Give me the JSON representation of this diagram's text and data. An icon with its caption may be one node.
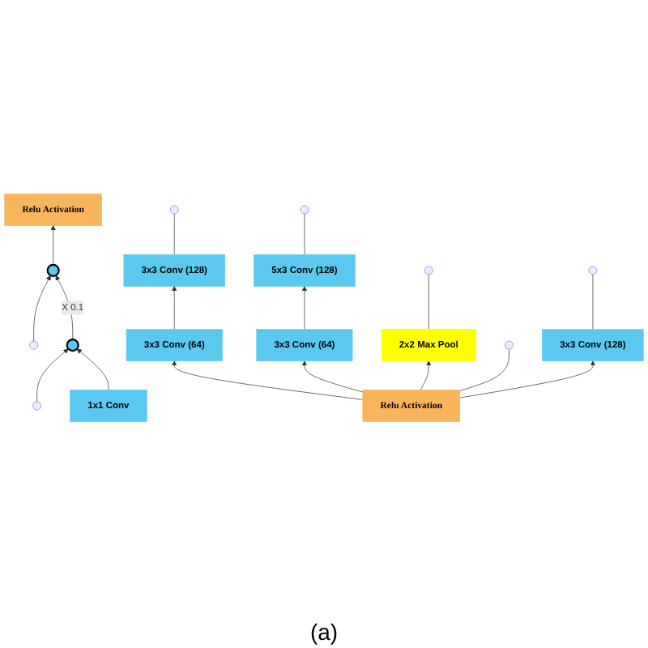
{
  "diagram": {
    "nodes": [
      {
        "text": [
          "Relu Activation"
        ]
      },
      {
        "text": [
          "2x2 Max Pool"
        ]
      },
      {
        "text": [
          "3x3 Conv (128)"
        ]
      },
      {
        "text": [
          "3x3 Conv (64)"
        ]
      },
      {
        "text": [
          "3x3 Conv (128)"
        ]
      },
      {
        "text": [
          "3x3 Conv (64)"
        ]
      },
      {
        "text": [
          "5x3 Conv (128)"
        ]
      },
      {
        "text": [
          "Relu Activation"
        ]
      },
      {
        "text": [],
        "shape": "circle"
      },
      {
        "text": [],
        "shape": "circle"
      },
      {
        "text": [
          "1x1 Conv"
        ]
      }
    ],
    "edges": [
      {
        "from": 0,
        "to": null,
        "arrow": "none"
      },
      {
        "from": 0,
        "to": 1,
        "arrow": "to"
      },
      {
        "from": 0,
        "to": 2,
        "arrow": "to"
      },
      {
        "from": 0,
        "to": 3,
        "arrow": "to"
      },
      {
        "from": 0,
        "to": 5,
        "arrow": "to"
      },
      {
        "from": 3,
        "to": 4,
        "arrow": "to"
      },
      {
        "from": 5,
        "to": 6,
        "arrow": "to"
      },
      {
        "from": 1,
        "to": null,
        "arrow": "none"
      },
      {
        "from": 2,
        "to": null,
        "arrow": "none"
      },
      {
        "from": 4,
        "to": null,
        "arrow": "none"
      },
      {
        "from": 6,
        "to": null,
        "arrow": "none"
      },
      {
        "from": 8,
        "to": 7,
        "arrow": "to"
      },
      {
        "from": 9,
        "to": 8,
        "arrow": "to",
        "label": "X 0.1"
      },
      {
        "from": null,
        "to": 8,
        "arrow": "to"
      },
      {
        "from": 10,
        "to": 9,
        "arrow": "to"
      },
      {
        "from": null,
        "to": 9,
        "arrow": "to"
      }
    ],
    "labels": [
      "(a)"
    ]
  }
}
